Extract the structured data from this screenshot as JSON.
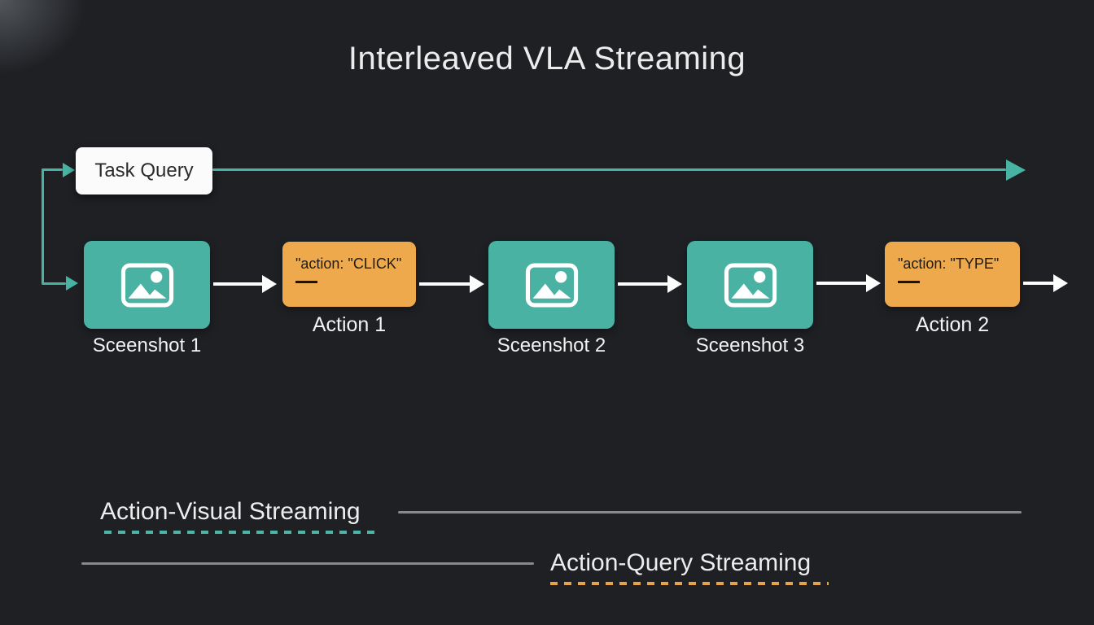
{
  "title": "Interleaved VLA Streaming",
  "task_query": {
    "label": "Task Query"
  },
  "flow": {
    "nodes": [
      {
        "type": "screenshot",
        "label": "Sceenshot 1"
      },
      {
        "type": "action",
        "code": "\"action: \"CLICK\"",
        "label": "Action 1"
      },
      {
        "type": "screenshot",
        "label": "Sceenshot 2"
      },
      {
        "type": "screenshot",
        "label": "Sceenshot 3"
      },
      {
        "type": "action",
        "code": "\"action: \"TYPE\"",
        "label": "Action 2"
      }
    ]
  },
  "legend": {
    "action_visual": {
      "label": "Action-Visual Streaming",
      "color": "#4db5a5"
    },
    "action_query": {
      "label": "Action-Query Streaming",
      "color": "#e6a44a"
    }
  },
  "colors": {
    "background": "#1e2024",
    "teal": "#48b2a3",
    "orange": "#eda94b",
    "box_white": "#fbfbfb",
    "arrow_white": "#fdfdfd",
    "gray_line": "#87898c"
  }
}
